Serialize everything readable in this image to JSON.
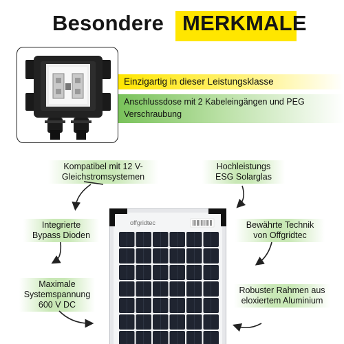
{
  "header": {
    "title_plain": "Besondere",
    "title_highlight": "MERKMALE"
  },
  "junction_box": {
    "highlight_text": "Einzigartig in dieser Leistungsklasse",
    "description": "Anschlussdose mit 2 Kabeleingängen und PEG Verschraubung"
  },
  "features": {
    "compatible": "Kompatibel mit 12 V-Gleichstromsystemen",
    "glass": "Hochleistungs ESG Solarglas",
    "bypass": "Integrierte Bypass Dioden",
    "technology": "Bewährte Technik von Offgridtec",
    "voltage": "Maximale Systemspannung 600 V DC",
    "frame": "Robuster Rahmen aus eloxiertem Aluminium"
  },
  "panel": {
    "brand": "offgridtec"
  },
  "colors": {
    "yellow": "#ffe600",
    "green": "#79c25a",
    "cell": "#1f2430",
    "frame": "#d6d8dc"
  }
}
